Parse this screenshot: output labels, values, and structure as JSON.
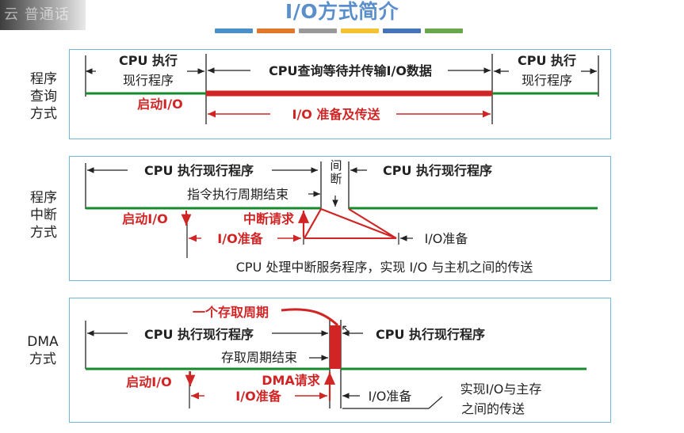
{
  "header": {
    "watermark": "云 普通话",
    "title": "I/O方式简介",
    "bars": [
      "#4a90c8",
      "#e0782c",
      "#999999",
      "#f2c230",
      "#4674b8",
      "#67a84d"
    ]
  },
  "sections": {
    "query": {
      "label": "程序\n查询\n方式",
      "cpu_left_line1": "CPU 执行",
      "cpu_left_line2": "现行程序",
      "middle_text": "CPU查询等待并传输I/O数据",
      "cpu_right_line1": "CPU 执行",
      "cpu_right_line2": "现行程序",
      "start_io": "启动I/O",
      "prepare_send": "I/O 准备及传送"
    },
    "interrupt": {
      "label": "程序\n中断\n方式",
      "cpu_left": "CPU 执行现行程序",
      "gap_label": "间\n断",
      "cpu_right": "CPU 执行现行程序",
      "cycle_end": "指令执行周期结束",
      "interrupt_request": "中断请求",
      "start_io": "启动I/O",
      "io_prepare_red": "I/O准备",
      "io_prepare_black": "I/O准备",
      "service_text": "CPU 处理中断服务程序，实现 I/O 与主机之间的传送"
    },
    "dma": {
      "label": "DMA\n方式",
      "access_cycle": "一个存取周期",
      "cpu_left": "CPU 执行现行程序",
      "cpu_right": "CPU 执行现行程序",
      "cycle_end": "存取周期结束",
      "dma_request": "DMA请求",
      "start_io": "启动I/O",
      "io_prepare_red": "I/O准备",
      "io_prepare_black": "I/O准备",
      "transfer_line1": "实现I/O与主存",
      "transfer_line2": "之间的传送"
    }
  },
  "colors": {
    "frame": "#6eb8d8",
    "black": "#222222",
    "red": "#d12525",
    "green": "#178a2c",
    "title_blue": "#5b8fcb"
  }
}
